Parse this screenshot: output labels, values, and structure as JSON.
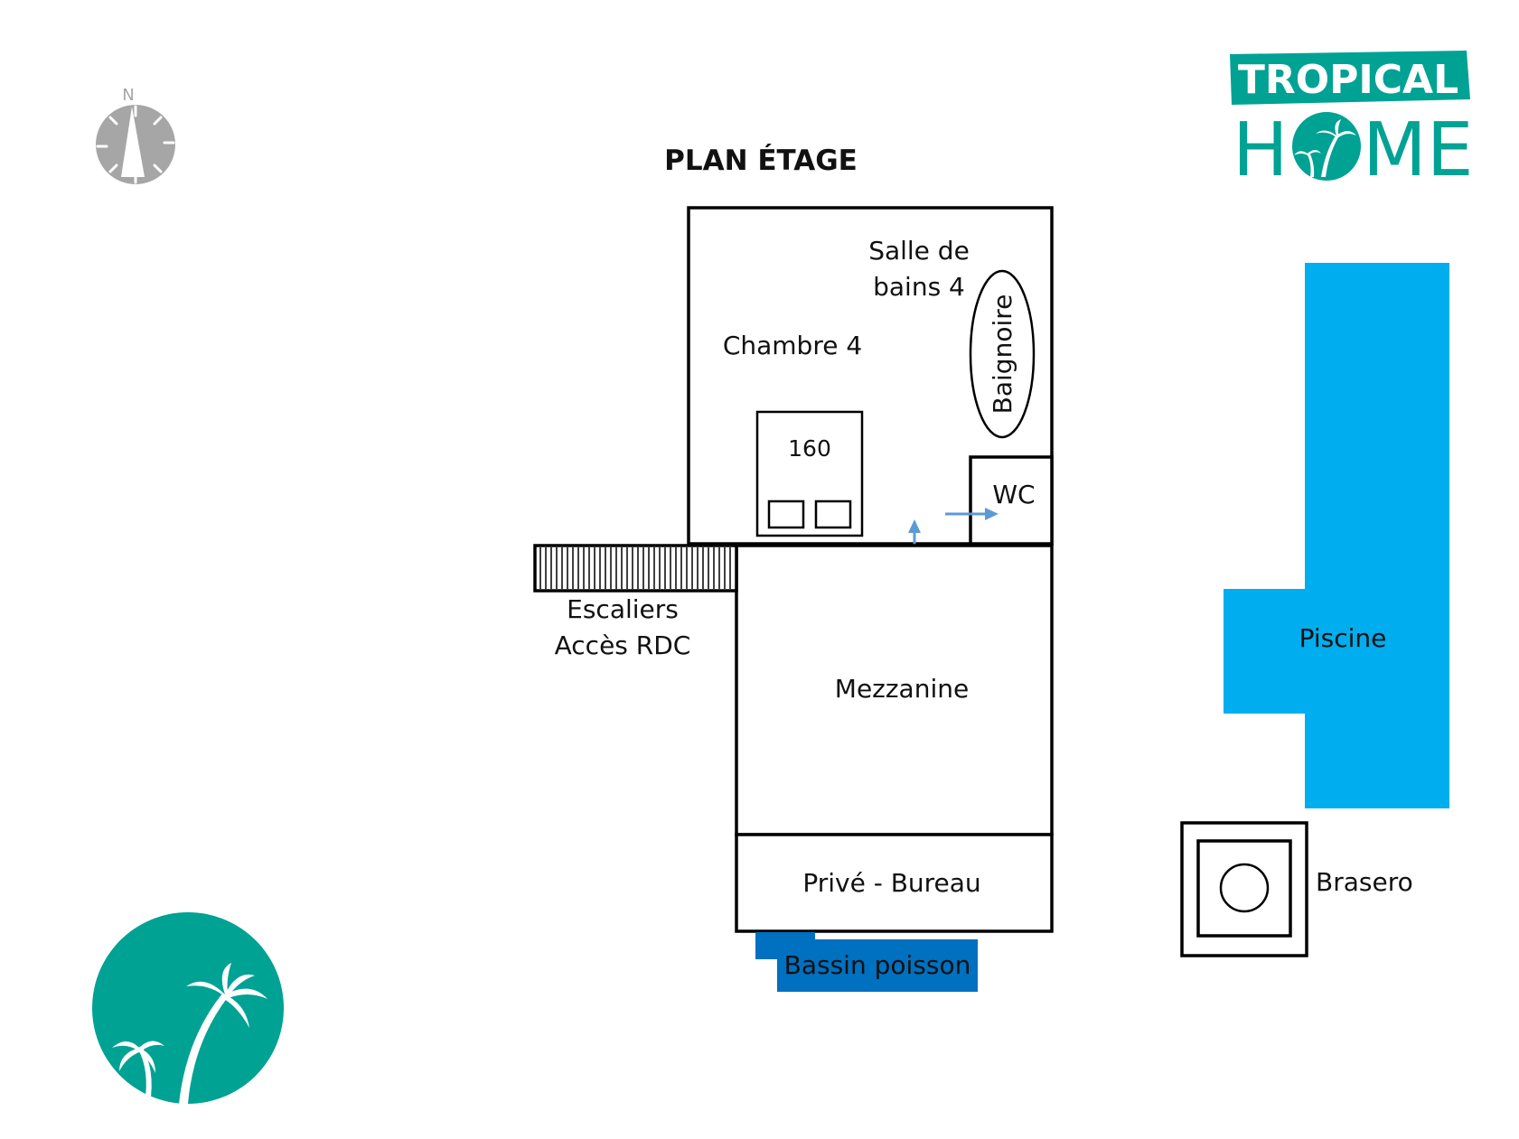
{
  "title": "PLAN ÉTAGE",
  "compass": {
    "north_label": "N"
  },
  "brand": {
    "line1": "TROPICAL",
    "line2_left": "H",
    "line2_right": "ME",
    "teal": "#00a294"
  },
  "colors": {
    "pool": "#00adee",
    "pond": "#0070c0",
    "arrow": "#5b9bd5",
    "wall": "#000000",
    "compass_gray": "#a6a6a6"
  },
  "rooms": {
    "bedroom": "Chambre 4",
    "bathroom_line1": "Salle de",
    "bathroom_line2": "bains 4",
    "bathtub": "Baignoire",
    "bed": "160",
    "wc": "WC",
    "stairs_line1": "Escaliers",
    "stairs_line2": "Accès RDC",
    "mezzanine": "Mezzanine",
    "office": "Privé - Bureau",
    "pond": "Bassin poisson",
    "pool": "Piscine",
    "brasero": "Brasero"
  }
}
